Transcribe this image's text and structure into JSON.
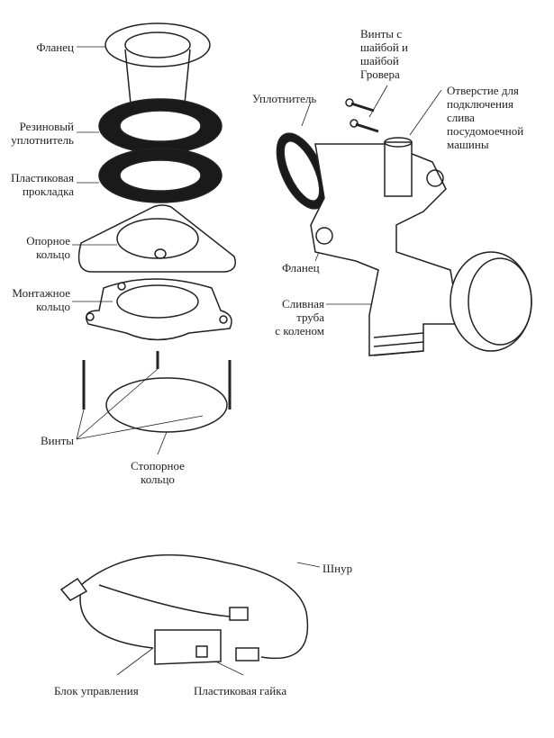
{
  "labels": {
    "flange_left": "Фланец",
    "rubber_seal": "Резиновый\nуплотнитель",
    "plastic_gasket": "Пластиковая\nпрокладка",
    "support_ring": "Опорное\nкольцо",
    "mounting_ring": "Монтажное\nкольцо",
    "screws": "Винты",
    "snap_ring": "Стопорное\nкольцо",
    "screws_washer": "Винты с\nшайбой и\nшайбой\nГровера",
    "seal": "Уплотнитель",
    "dishwasher_inlet": "Отверстие для\nподключения\nслива\nпосудомоечной\nмашины",
    "flange_right": "Фланец",
    "drain_pipe": "Сливная\nтруба\nс коленом",
    "cord": "Шнур",
    "control_unit": "Блок управления",
    "plastic_nut": "Пластиковая гайка"
  },
  "colors": {
    "line": "#222222",
    "rubber": "#1a1a1a"
  }
}
